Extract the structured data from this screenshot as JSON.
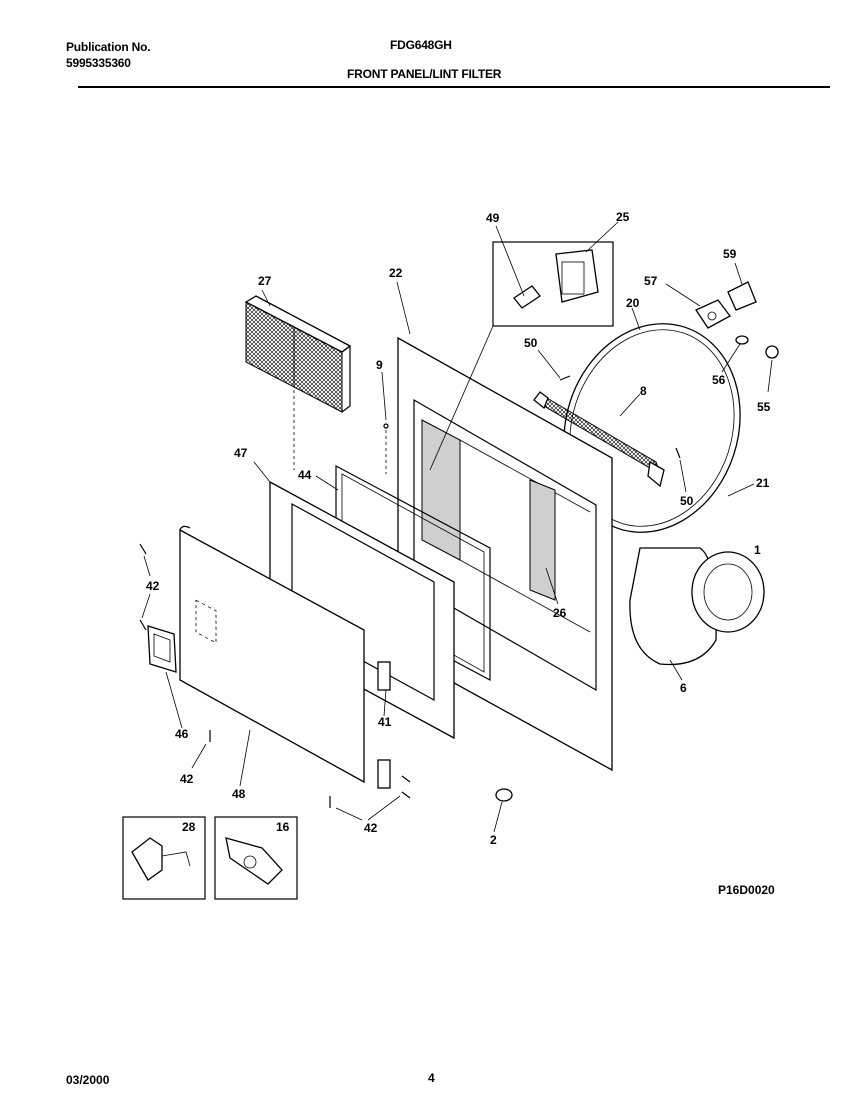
{
  "header": {
    "publication_label": "Publication No.",
    "publication_number": "5995335360",
    "model": "FDG648GH",
    "section_title": "FRONT PANEL/LINT FILTER"
  },
  "diagram": {
    "code": "P16D0020",
    "callouts": {
      "c49": "49",
      "c25": "25",
      "c59": "59",
      "c27": "27",
      "c22": "22",
      "c57": "57",
      "c20": "20",
      "c50a": "50",
      "c56": "56",
      "c55": "55",
      "c9": "9",
      "c8": "8",
      "c47": "47",
      "c44": "44",
      "c50b": "50",
      "c21": "21",
      "c1": "1",
      "c42a": "42",
      "c26": "26",
      "c6": "6",
      "c41": "41",
      "c46": "46",
      "c42b": "42",
      "c48": "48",
      "c42c": "42",
      "c2": "2",
      "c28": "28",
      "c16": "16"
    }
  },
  "footer": {
    "date": "03/2000",
    "page": "4"
  }
}
